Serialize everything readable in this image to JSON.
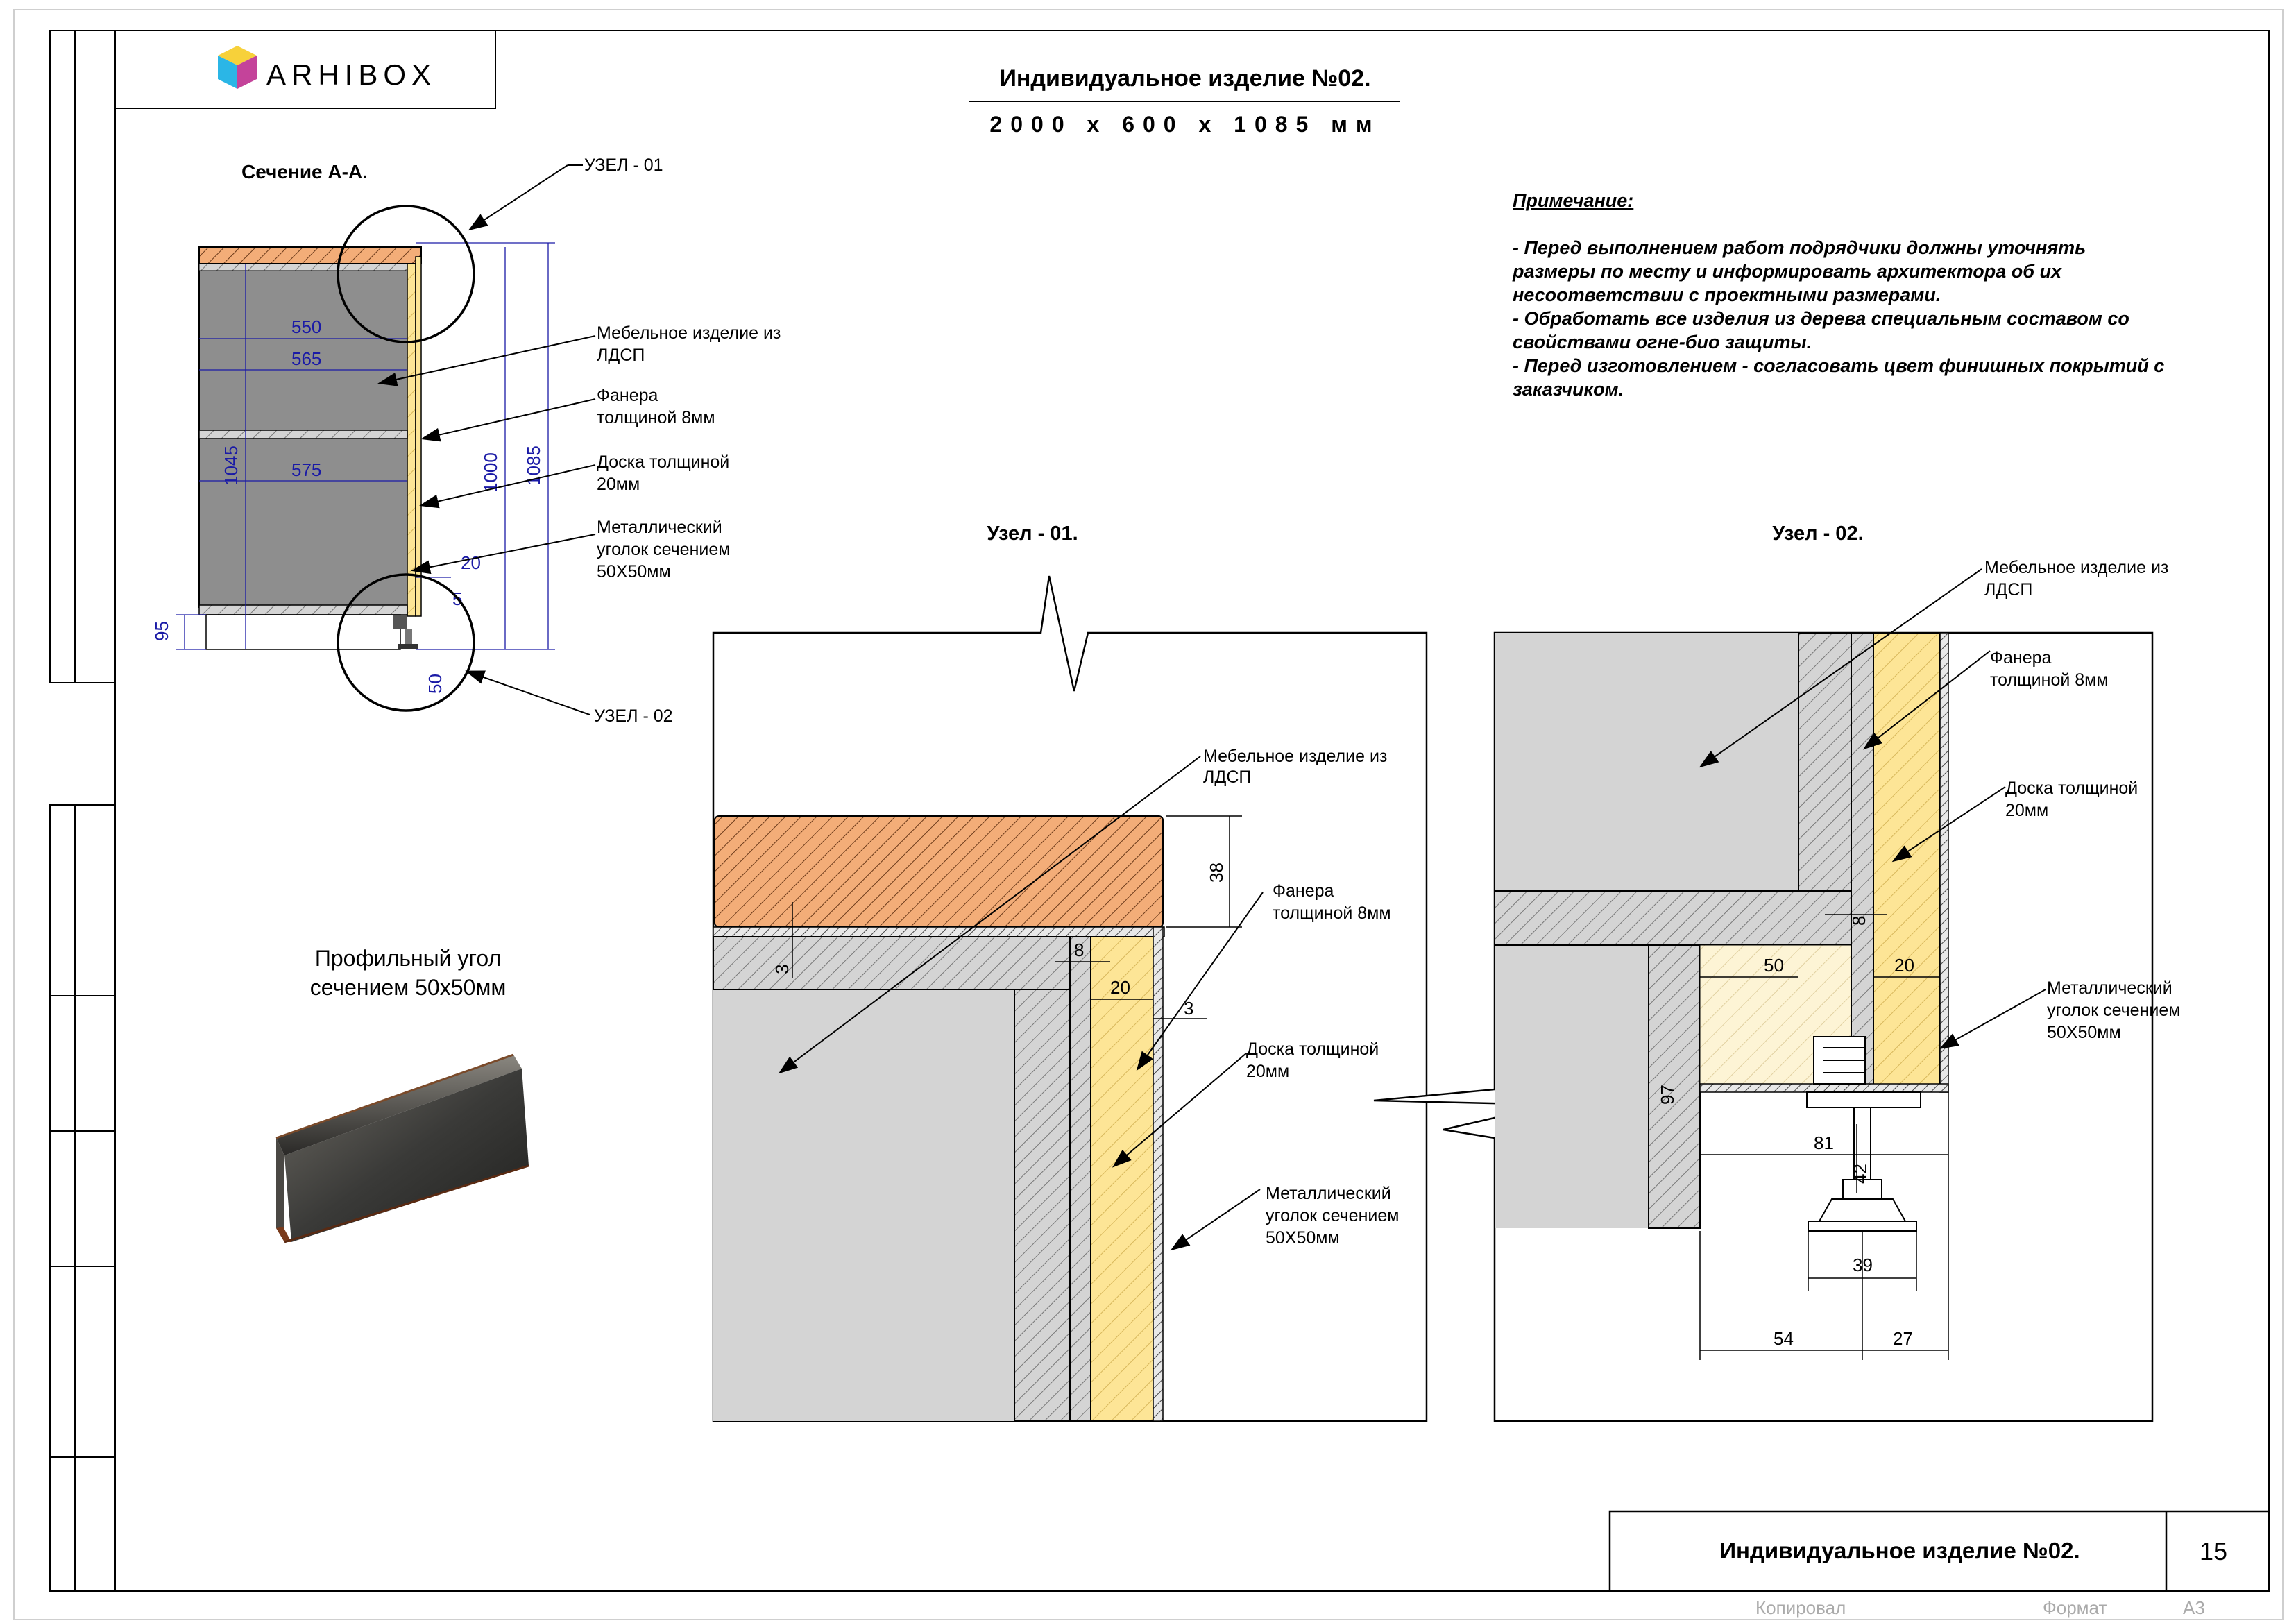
{
  "logo": {
    "text": "ARHIBOX"
  },
  "header": {
    "title": "Индивидуальное изделие №02.",
    "dimensions": "2000 x 600 x 1085 мм"
  },
  "section": {
    "title": "Сечение А-А.",
    "node1_label": "УЗЕЛ - 01",
    "node2_label": "УЗЕЛ - 02",
    "callouts": [
      {
        "line1": "Мебельное изделие из",
        "line2": "ЛДСП"
      },
      {
        "line1": "Фанера",
        "line2": "толщиной 8мм"
      },
      {
        "line1": "Доска толщиной",
        "line2": "20мм"
      },
      {
        "line1": "Металлический",
        "line2": "уголок сечением",
        "line3": "50Х50мм"
      }
    ],
    "dims": {
      "d550": "550",
      "d565": "565",
      "d575": "575",
      "d1045": "1045",
      "d1000": "1000",
      "d1085": "1085",
      "d20": "20",
      "d5": "5",
      "d95": "95",
      "d50": "50"
    }
  },
  "profile": {
    "line1": "Профильный угол",
    "line2": "сечением 50х50мм"
  },
  "notes": {
    "title": "Примечание:",
    "lines": [
      "-    Перед выполнением работ подрядчики должны уточнять",
      "размеры по месту и информировать архитектора об их",
      "несоответствии с проектными размерами.",
      "-    Обработать все изделия из дерева специальным составом со",
      "свойствами огне-био защиты.",
      "-    Перед изготовлением - согласовать цвет финишных покрытий с",
      "заказчиком."
    ]
  },
  "node1": {
    "title": "Узел - 01.",
    "callouts": [
      {
        "line1": "Мебельное изделие из",
        "line2": "ЛДСП"
      },
      {
        "line1": "Фанера",
        "line2": "толщиной 8мм"
      },
      {
        "line1": "Доска толщиной",
        "line2": "20мм"
      },
      {
        "line1": "Металлический",
        "line2": "уголок сечением",
        "line3": "50Х50мм"
      }
    ],
    "dims": {
      "d38": "38",
      "d3a": "3",
      "d8": "8",
      "d20": "20",
      "d3b": "3"
    }
  },
  "node2": {
    "title": "Узел - 02.",
    "callouts": [
      {
        "line1": "Мебельное изделие из",
        "line2": "ЛДСП"
      },
      {
        "line1": "Фанера",
        "line2": "толщиной 8мм"
      },
      {
        "line1": "Доска толщиной",
        "line2": "20мм"
      },
      {
        "line1": "Металлический",
        "line2": "уголок сечением",
        "line3": "50Х50мм"
      }
    ],
    "dims": {
      "d8": "8",
      "d50": "50",
      "d20": "20",
      "d97": "97",
      "d81": "81",
      "d42": "42",
      "d39": "39",
      "d54": "54",
      "d27": "27"
    }
  },
  "stamp": {
    "title": "Индивидуальное изделие №02.",
    "sheet": "15",
    "copied": "Копировал",
    "format_label": "Формат",
    "format_value": "А3"
  },
  "colors": {
    "board_grey": "#d4d4d4",
    "section_grey": "#8e8e8e",
    "countertop": "#f3ad78",
    "plank_yellow": "#fde596",
    "light_yellow": "#fdf4d5",
    "dimension_blue": "#1a1aa6"
  }
}
